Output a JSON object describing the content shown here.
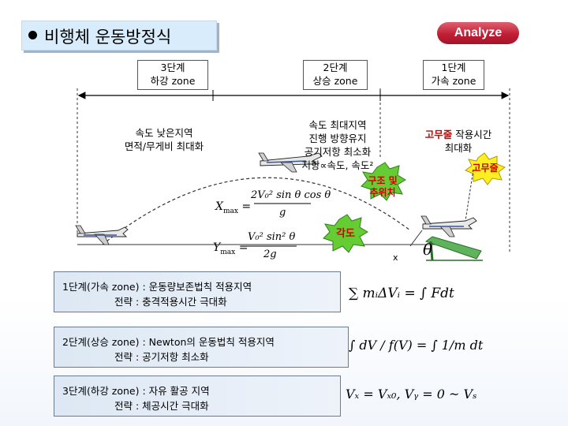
{
  "header": {
    "title": "비행체 운동방정식",
    "analyze_label": "Analyze"
  },
  "zones": {
    "zone3": {
      "line1": "3단계",
      "line2": "하강 zone"
    },
    "zone2": {
      "line1": "2단계",
      "line2": "상승 zone"
    },
    "zone1": {
      "line1": "1단계",
      "line2": "가속 zone"
    }
  },
  "annotations": {
    "descent_note": {
      "line1": "속도 낮은지역",
      "line2": "면적/무게비 최대화"
    },
    "peak_note": {
      "line1": "속도 최대지역",
      "line2": "진행 방향유지",
      "line3": "공기저항 최소화",
      "line4": "저항∝속도, 속도²"
    },
    "structure_burst": {
      "line1": "구조 및",
      "line2": "추위치"
    },
    "angle_burst": "각도",
    "rubber_burst": "고무줄",
    "rubber_note": {
      "highlight": "고무줄",
      "rest": " 작용시간",
      "line2": "최대화"
    },
    "theta": "θ",
    "x_label": "x"
  },
  "equations": {
    "xmax": {
      "lhs": "X",
      "sub": "max",
      "eq": "=",
      "num": "2V₀² sin θ cos θ",
      "den": "g"
    },
    "ymax": {
      "lhs": "Y",
      "sub": "max",
      "eq": "=",
      "num": "V₀² sin² θ",
      "den": "2g"
    },
    "eq1": "∑ mᵢΔVᵢ = ∫ Fdt",
    "eq2_lhs": "∫ dV / f(V) = ∫ 1/m dt",
    "eq3": "Vₓ = Vₓ₀, Vᵧ = 0 ~ Vₛ"
  },
  "stages": [
    {
      "line1": "1단계(가속 zone) : 운동량보존법칙 적용지역",
      "line2": "전략 : 충격적용시간 극대화"
    },
    {
      "line1": "2단계(상승 zone) : Newton의 운동법칙 적용지역",
      "line2": "전략 : 공기저항 최소화"
    },
    {
      "line1": "3단계(하강 zone) : 자유 활공 지역",
      "line2": "전략 : 체공시간 극대화"
    }
  ],
  "colors": {
    "accent_red": "#c01f35",
    "burst_green": "#66cc33",
    "burst_yellow": "#ffee22",
    "launcher_green": "#5fb35a"
  }
}
